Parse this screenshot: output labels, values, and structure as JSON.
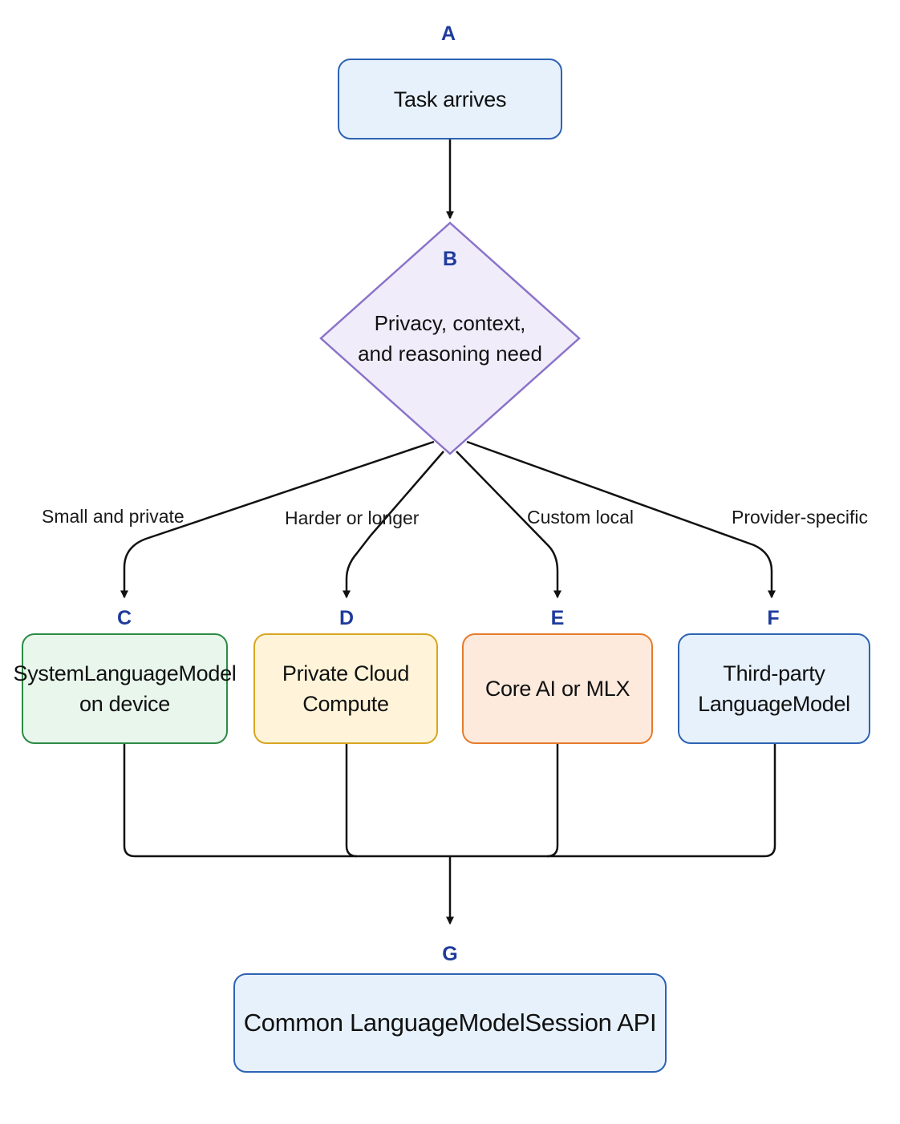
{
  "nodes": {
    "A": {
      "letter": "A",
      "label": "Task arrives"
    },
    "B": {
      "letter": "B",
      "label_line1": "Privacy, context,",
      "label_line2": "and reasoning need"
    },
    "C": {
      "letter": "C",
      "label_line1": "SystemLanguageModel",
      "label_line2": "on device"
    },
    "D": {
      "letter": "D",
      "label_line1": "Private Cloud",
      "label_line2": "Compute"
    },
    "E": {
      "letter": "E",
      "label": "Core AI or MLX"
    },
    "F": {
      "letter": "F",
      "label_line1": "Third-party",
      "label_line2": "LanguageModel"
    },
    "G": {
      "letter": "G",
      "label": "Common LanguageModelSession API"
    }
  },
  "edges": {
    "b_to_c": "Small and private",
    "b_to_d": "Harder or longer",
    "b_to_e": "Custom local",
    "b_to_f": "Provider-specific"
  },
  "colors": {
    "blue_fill": "#e6f1fc",
    "blue_border": "#2d63b3",
    "decision_fill": "#f1ecfa",
    "decision_border": "#8a73c9",
    "green_fill": "#e8f6ec",
    "green_border": "#2c8a45",
    "yellow_fill": "#fff4d9",
    "yellow_border": "#d9a521",
    "orange_fill": "#fdeadd",
    "orange_border": "#e67b2c",
    "letter_color": "#1f3b9c",
    "line_color": "#111111"
  }
}
